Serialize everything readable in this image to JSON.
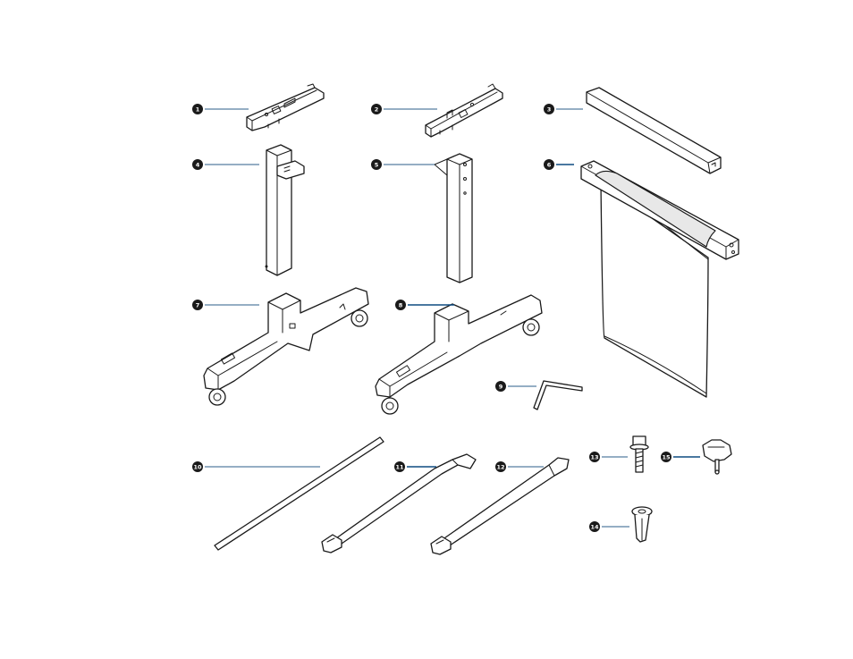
{
  "colors": {
    "leader": "#2b5d8a",
    "leader_emphasis": "#0f4c81",
    "badge": "#1a1a1a",
    "line_art": "#1a1a1a"
  },
  "callouts": [
    {
      "id": "1",
      "label": "1",
      "part": "left-top-bracket"
    },
    {
      "id": "2",
      "label": "2",
      "part": "right-top-bracket"
    },
    {
      "id": "3",
      "label": "3",
      "part": "top-crossbar"
    },
    {
      "id": "4",
      "label": "4",
      "part": "left-leg-column"
    },
    {
      "id": "5",
      "label": "5",
      "part": "right-leg-column"
    },
    {
      "id": "6",
      "label": "6",
      "part": "paper-catcher-roll"
    },
    {
      "id": "7",
      "label": "7",
      "part": "left-base-foot"
    },
    {
      "id": "8",
      "label": "8",
      "part": "right-base-foot"
    },
    {
      "id": "9",
      "label": "9",
      "part": "hex-key"
    },
    {
      "id": "10",
      "label": "10",
      "part": "horizontal-rod"
    },
    {
      "id": "11",
      "label": "11",
      "part": "left-support-arm"
    },
    {
      "id": "12",
      "label": "12",
      "part": "right-support-arm"
    },
    {
      "id": "13",
      "label": "13",
      "part": "bolt-with-washer"
    },
    {
      "id": "14",
      "label": "14",
      "part": "anchor-plug"
    },
    {
      "id": "15",
      "label": "15",
      "part": "thumb-knob"
    }
  ]
}
